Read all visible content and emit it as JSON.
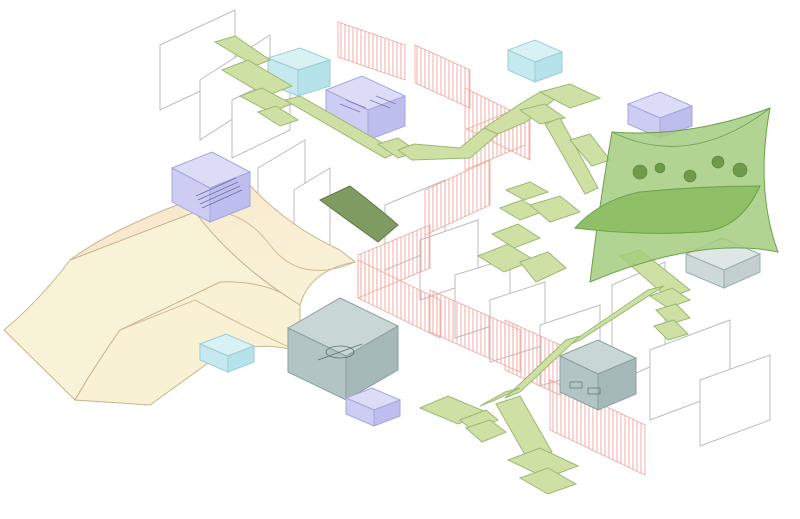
{
  "figure": {
    "title": "",
    "type": "exploded-axonometric-diagram"
  },
  "colors": {
    "background": "#ffffff",
    "path_green": "#cfe0a4",
    "path_green_dark": "#a9c57a",
    "canopy_green": "#8fc068",
    "panel_outline": "#b9b9b9",
    "fence_red": "#f2a9a2",
    "room_blue": "#c8c8f2",
    "room_cyan": "#bfe8ee",
    "room_grey": "#b6c6c6",
    "ground_peach": "#f7e6cc",
    "ground_yellow": "#f8f3d8",
    "wave_panel": "#7f9b62"
  },
  "elements": {
    "ground_surface": "ground-surface",
    "green_canopy": "green-canopy",
    "walkway": "green-walkway",
    "fences": "red-fence",
    "rooms": [
      "blue-room",
      "cyan-room",
      "grey-room"
    ],
    "panels": "outline-panel",
    "trees": "tree-icon"
  }
}
